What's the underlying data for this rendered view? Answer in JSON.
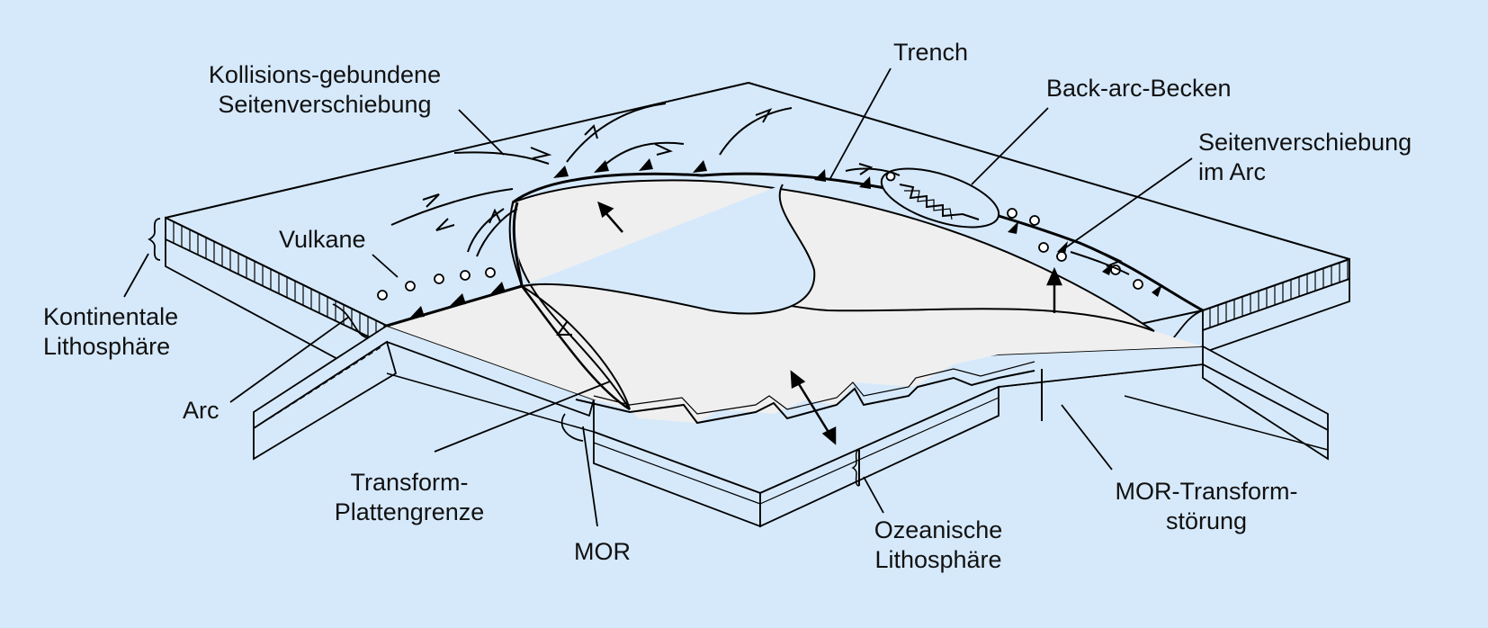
{
  "colors": {
    "background": "#d6e9fb",
    "ocean_floor": "#efefef",
    "line": "#000000"
  },
  "labels": {
    "kollisions_line1": "Kollisions-gebundene",
    "kollisions_line2": "Seitenverschiebung",
    "trench": "Trench",
    "back_arc": "Back-arc-Becken",
    "seitenverschiebung_arc_line1": "Seitenverschiebung",
    "seitenverschiebung_arc_line2": "im Arc",
    "vulkane": "Vulkane",
    "kontinentale_line1": "Kontinentale",
    "kontinentale_line2": "Lithosphäre",
    "arc": "Arc",
    "transform_line1": "Transform-",
    "transform_line2": "Plattengrenze",
    "mor": "MOR",
    "ozeanische_line1": "Ozeanische",
    "ozeanische_line2": "Lithosphäre",
    "mor_transform_line1": "MOR-Transform-",
    "mor_transform_line2": "störung"
  }
}
